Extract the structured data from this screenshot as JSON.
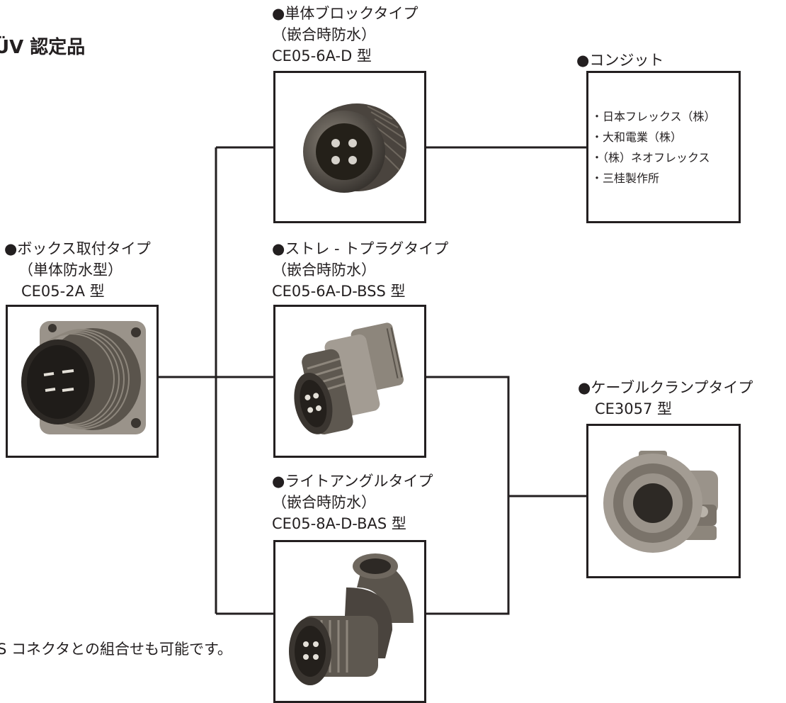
{
  "heading": "ÜV 認定品",
  "box_mount": {
    "title": "●ボックス取付タイプ",
    "subtitle": "（単体防水型）",
    "model": "CE05-2A 型",
    "photo_icon": "flange-mount-connector-icon"
  },
  "single_block": {
    "title": "●単体ブロックタイプ",
    "subtitle": "（嵌合時防水）",
    "model": "CE05-6A-D 型",
    "photo_icon": "round-connector-icon"
  },
  "straight_plug": {
    "title": "●ストレ - トプラグタイプ",
    "subtitle": "（嵌合時防水）",
    "model": "CE05-6A-D-BSS 型",
    "photo_icon": "straight-plug-icon"
  },
  "right_angle": {
    "title": "●ライトアングルタイプ",
    "subtitle": "（嵌合時防水）",
    "model": "CE05-8A-D-BAS 型",
    "photo_icon": "right-angle-plug-icon"
  },
  "conduit": {
    "title": "●コンジット",
    "items": [
      "・日本フレックス（株）",
      "・大和電業（株）",
      "・（株）ネオフレックス",
      "・三桂製作所"
    ]
  },
  "cable_clamp": {
    "title": "●ケーブルクランプタイプ",
    "model": "CE3057 型",
    "photo_icon": "cable-clamp-icon"
  },
  "footnote": "S コネクタとの組合せも可能です。",
  "colors": {
    "line": "#231f20",
    "metal_dark": "#3a3530",
    "metal_mid": "#7a736a",
    "metal_light": "#b9b3aa"
  }
}
